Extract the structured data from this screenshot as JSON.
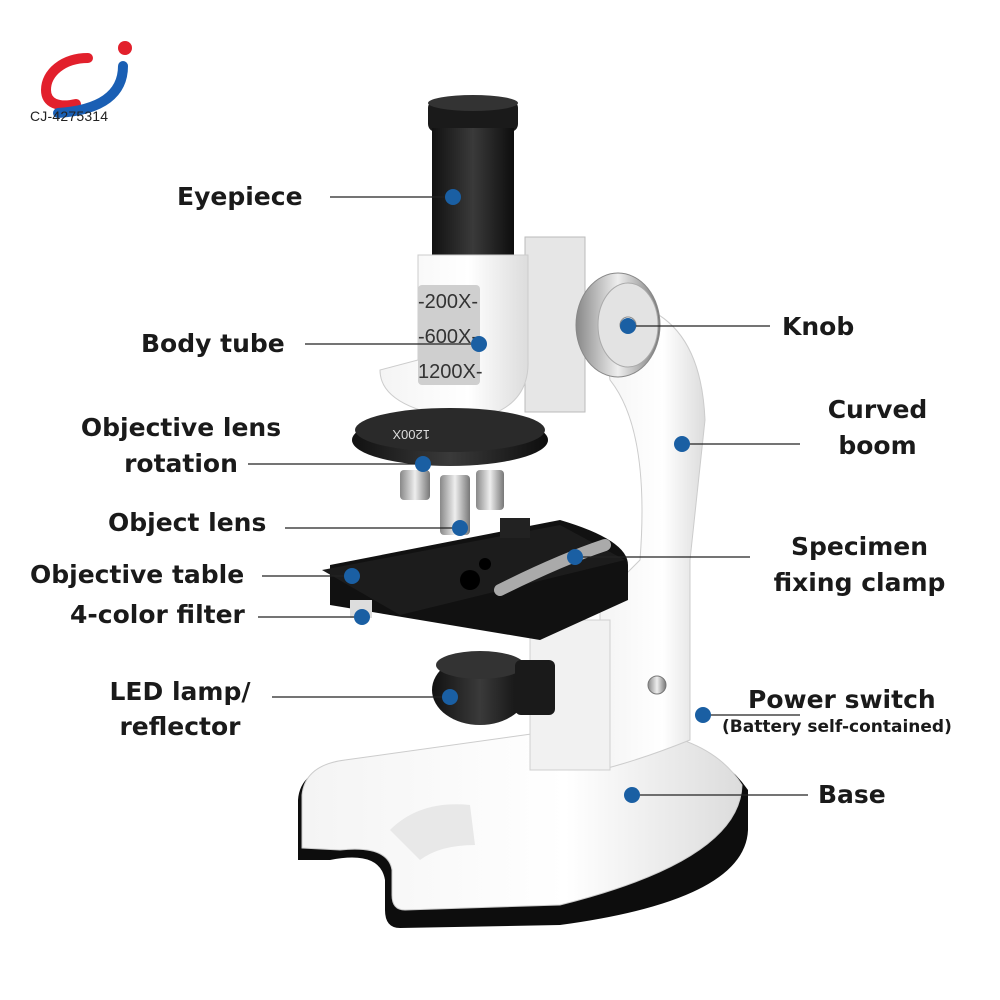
{
  "logo": {
    "code": "CJ-4275314",
    "colors": {
      "red": "#e2202c",
      "blue": "#1a5fb4"
    }
  },
  "microscope": {
    "magnifications": [
      "-200X-",
      "-600X-",
      "-1200X-"
    ],
    "turret_marking": "1200X"
  },
  "labels": {
    "eyepiece": "Eyepiece",
    "body_tube": "Body tube",
    "objective_rotation_1": "Objective lens",
    "objective_rotation_2": "rotation",
    "object_lens": "Object lens",
    "objective_table": "Objective table",
    "color_filter": "4-color filter",
    "led_1": "LED lamp/",
    "led_2": "reflector",
    "knob": "Knob",
    "boom_1": "Curved",
    "boom_2": "boom",
    "clamp_1": "Specimen",
    "clamp_2": "fixing clamp",
    "power": "Power switch",
    "power_sub": "(Battery self-contained)",
    "base": "Base"
  },
  "colors": {
    "marker": "#1a5fa3",
    "leader_line": "#222222",
    "text": "#1a1a1a"
  }
}
